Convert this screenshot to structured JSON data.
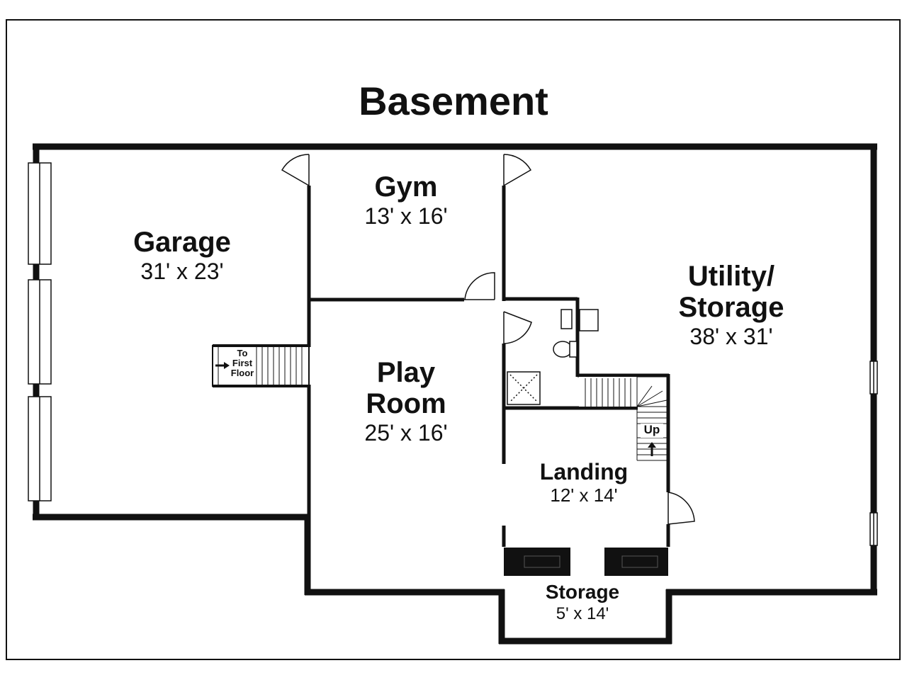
{
  "title": "Basement",
  "rooms": {
    "garage": {
      "name": "Garage",
      "dims": "31' x 23'"
    },
    "gym": {
      "name": "Gym",
      "dims": "13' x 16'"
    },
    "utility_line1": "Utility/",
    "utility_line2": "Storage",
    "utility_dims": "38' x 31'",
    "play_line1": "Play",
    "play_line2": "Room",
    "play_dims": "25' x 16'",
    "landing": {
      "name": "Landing",
      "dims": "12' x 14'"
    },
    "storage": {
      "name": "Storage",
      "dims": "5' x 14'"
    }
  },
  "stairs": {
    "to_first_floor": [
      "To",
      "First",
      "Floor"
    ],
    "up": "Up"
  }
}
